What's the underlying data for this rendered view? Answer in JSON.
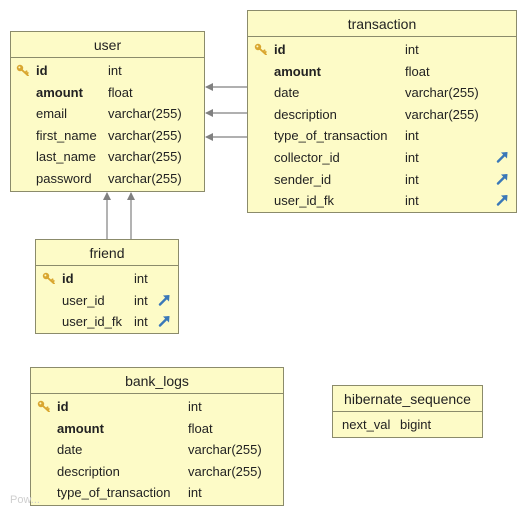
{
  "tables": {
    "user": {
      "title": "user",
      "rows": [
        {
          "name": "id",
          "type": "int",
          "pk": true,
          "bold": true,
          "fk": false
        },
        {
          "name": "amount",
          "type": "float",
          "pk": false,
          "bold": true,
          "fk": false
        },
        {
          "name": "email",
          "type": "varchar(255)",
          "pk": false,
          "bold": false,
          "fk": false
        },
        {
          "name": "first_name",
          "type": "varchar(255)",
          "pk": false,
          "bold": false,
          "fk": false
        },
        {
          "name": "last_name",
          "type": "varchar(255)",
          "pk": false,
          "bold": false,
          "fk": false
        },
        {
          "name": "password",
          "type": "varchar(255)",
          "pk": false,
          "bold": false,
          "fk": false
        }
      ]
    },
    "transaction": {
      "title": "transaction",
      "rows": [
        {
          "name": "id",
          "type": "int",
          "pk": true,
          "bold": true,
          "fk": false
        },
        {
          "name": "amount",
          "type": "float",
          "pk": false,
          "bold": true,
          "fk": false
        },
        {
          "name": "date",
          "type": "varchar(255)",
          "pk": false,
          "bold": false,
          "fk": false
        },
        {
          "name": "description",
          "type": "varchar(255)",
          "pk": false,
          "bold": false,
          "fk": false
        },
        {
          "name": "type_of_transaction",
          "type": "int",
          "pk": false,
          "bold": false,
          "fk": false
        },
        {
          "name": "collector_id",
          "type": "int",
          "pk": false,
          "bold": false,
          "fk": true
        },
        {
          "name": "sender_id",
          "type": "int",
          "pk": false,
          "bold": false,
          "fk": true
        },
        {
          "name": "user_id_fk",
          "type": "int",
          "pk": false,
          "bold": false,
          "fk": true
        }
      ]
    },
    "friend": {
      "title": "friend",
      "rows": [
        {
          "name": "id",
          "type": "int",
          "pk": true,
          "bold": true,
          "fk": false
        },
        {
          "name": "user_id",
          "type": "int",
          "pk": false,
          "bold": false,
          "fk": true
        },
        {
          "name": "user_id_fk",
          "type": "int",
          "pk": false,
          "bold": false,
          "fk": true
        }
      ]
    },
    "bank_logs": {
      "title": "bank_logs",
      "rows": [
        {
          "name": "id",
          "type": "int",
          "pk": true,
          "bold": true,
          "fk": false
        },
        {
          "name": "amount",
          "type": "float",
          "pk": false,
          "bold": true,
          "fk": false
        },
        {
          "name": "date",
          "type": "varchar(255)",
          "pk": false,
          "bold": false,
          "fk": false
        },
        {
          "name": "description",
          "type": "varchar(255)",
          "pk": false,
          "bold": false,
          "fk": false
        },
        {
          "name": "type_of_transaction",
          "type": "int",
          "pk": false,
          "bold": false,
          "fk": false
        }
      ]
    },
    "hibernate_sequence": {
      "title": "hibernate_sequence",
      "rows": [
        {
          "name": "next_val",
          "type": "bigint",
          "pk": false,
          "bold": false,
          "fk": false
        }
      ]
    }
  },
  "watermark": "Pow...",
  "colors": {
    "table_fill": "#fdfbc7",
    "table_border": "#8b8b6b",
    "connector": "#808080",
    "key_icon": "#d9a630",
    "fk_icon": "#3a78b8"
  },
  "icons": {
    "primary_key": "key-icon",
    "foreign_key": "foreign-key-arrow-icon"
  }
}
